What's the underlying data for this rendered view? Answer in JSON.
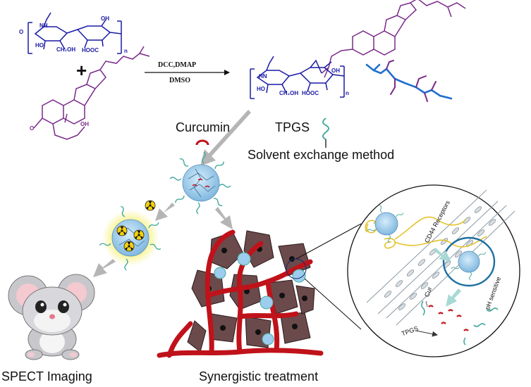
{
  "reaction": {
    "reagents": "DCC,DMAP",
    "solvent": "DMSO",
    "plus": "+"
  },
  "polymer_labels": {
    "nh": "NH",
    "ho": "HO",
    "ch2oh": "CH₂OH",
    "hooc": "HOOC",
    "oh": "OH",
    "n": "n",
    "o": "O"
  },
  "product_labels": {
    "nh": "HN",
    "ch2oh": "CH₂OH",
    "hooc": "HOOC",
    "ho": "HO",
    "oh": "OH",
    "n": "n"
  },
  "steroid_labels": {
    "o": "O",
    "oh": "OH"
  },
  "materials": {
    "curcumin": "Curcumin",
    "tpgs": "TPGS",
    "method": "Solvent exchange method"
  },
  "zoom": {
    "cd44": "CD44 Receptors",
    "ph": "pH sensitive",
    "cur": "Cur",
    "tpgs": "TPGS"
  },
  "captions": {
    "imaging": "SPECT Imaging",
    "treatment": "Synergistic treatment"
  },
  "colors": {
    "chemical_structure": "#1a1aa6",
    "steroid": "#7a2a8a",
    "vessel": "#c0121a",
    "cell": "#6b4a4c",
    "nanoparticle": "#8fc6e8",
    "tpgs_strand": "#4aaba0",
    "arrow": "#b5b5b5",
    "radioactive": "#f3d10a"
  }
}
